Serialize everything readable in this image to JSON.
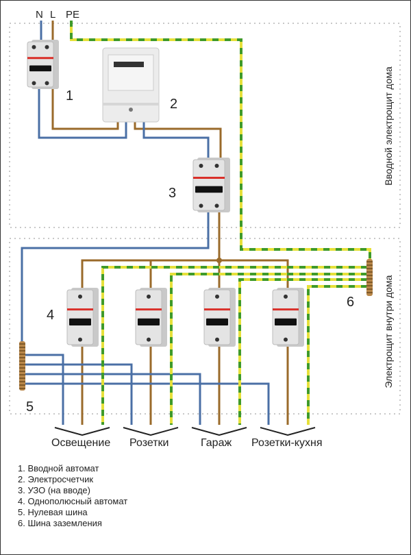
{
  "colors": {
    "neutral": "#4a6fa5",
    "phase": "#9a6a2a",
    "pe_yellow": "#e6e03a",
    "pe_green": "#3f9a2a",
    "zone_border": "#c8c8c8"
  },
  "inputs": {
    "n": "N",
    "l": "L",
    "pe": "PE"
  },
  "zones": {
    "upper": "Вводной электрощит дома",
    "lower": "Электрощит внутри дома"
  },
  "markers": {
    "m1": "1",
    "m2": "2",
    "m3": "3",
    "m4": "4",
    "m5": "5",
    "m6": "6"
  },
  "circuits": [
    {
      "label": "Освещение"
    },
    {
      "label": "Розетки"
    },
    {
      "label": "Гараж"
    },
    {
      "label": "Розетки-кухня"
    }
  ],
  "legend": [
    "1. Вводной автомат",
    "2. Электросчетчик",
    "3. УЗО (на вводе)",
    "4. Однополюсный автомат",
    "5. Нулевая шина",
    "6. Шина заземления"
  ]
}
